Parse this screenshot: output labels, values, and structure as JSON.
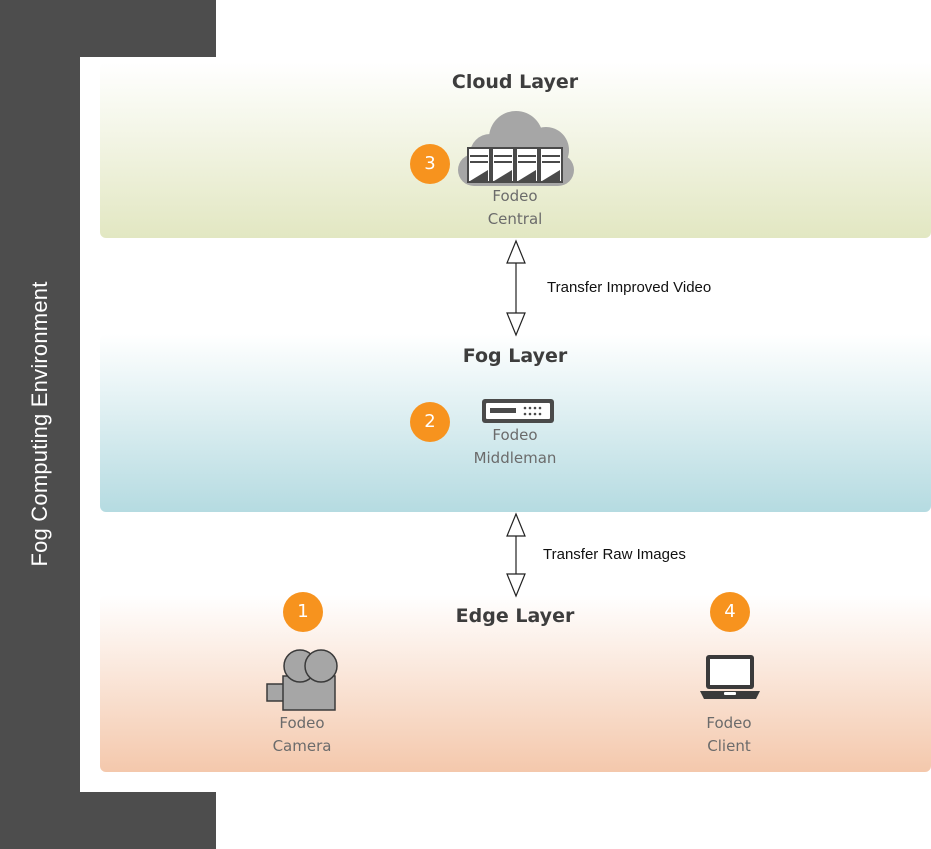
{
  "side_label": "Fog Computing Environment",
  "colors": {
    "side_band": "#4d4d4d",
    "badge": "#f7931e",
    "cloud_layer": "#e2e7c2",
    "fog_layer": "#b5dbe1",
    "edge_layer": "#f4c8ac",
    "icon_gray": "#a6a6a6",
    "icon_dark": "#4a4a4a"
  },
  "layers": {
    "cloud": {
      "title": "Cloud Layer",
      "node": {
        "badge": "3",
        "line1": "Fodeo",
        "line2": "Central",
        "icon": "cloud-server-icon"
      }
    },
    "fog": {
      "title": "Fog Layer",
      "node": {
        "badge": "2",
        "line1": "Fodeo",
        "line2": "Middleman",
        "icon": "server-rack-icon"
      }
    },
    "edge": {
      "title": "Edge Layer",
      "nodes": [
        {
          "badge": "1",
          "line1": "Fodeo",
          "line2": "Camera",
          "icon": "video-camera-icon"
        },
        {
          "badge": "4",
          "line1": "Fodeo",
          "line2": "Client",
          "icon": "laptop-icon"
        }
      ]
    }
  },
  "connections": [
    {
      "from": "cloud",
      "to": "fog",
      "label": "Transfer Improved Video",
      "direction": "bidirectional"
    },
    {
      "from": "fog",
      "to": "edge",
      "label": "Transfer Raw Images",
      "direction": "bidirectional"
    }
  ]
}
